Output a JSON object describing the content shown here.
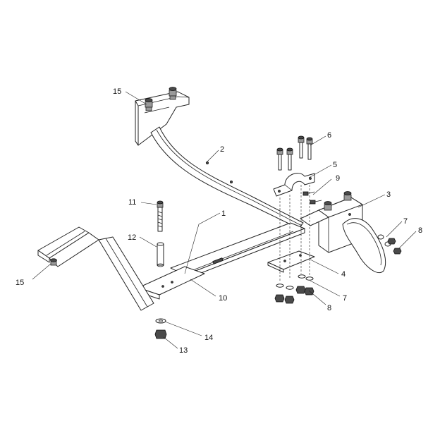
{
  "diagram": {
    "callouts": [
      {
        "id": "c1",
        "label": "1"
      },
      {
        "id": "c2",
        "label": "2"
      },
      {
        "id": "c3",
        "label": "3"
      },
      {
        "id": "c4",
        "label": "4"
      },
      {
        "id": "c5",
        "label": "5"
      },
      {
        "id": "c6",
        "label": "6"
      },
      {
        "id": "c7a",
        "label": "7"
      },
      {
        "id": "c7b",
        "label": "7"
      },
      {
        "id": "c8a",
        "label": "8"
      },
      {
        "id": "c8b",
        "label": "8"
      },
      {
        "id": "c9",
        "label": "9"
      },
      {
        "id": "c10",
        "label": "10"
      },
      {
        "id": "c11",
        "label": "11"
      },
      {
        "id": "c12",
        "label": "12"
      },
      {
        "id": "c13",
        "label": "13"
      },
      {
        "id": "c14",
        "label": "14"
      },
      {
        "id": "c15a",
        "label": "15"
      },
      {
        "id": "c15b",
        "label": "15"
      }
    ]
  }
}
